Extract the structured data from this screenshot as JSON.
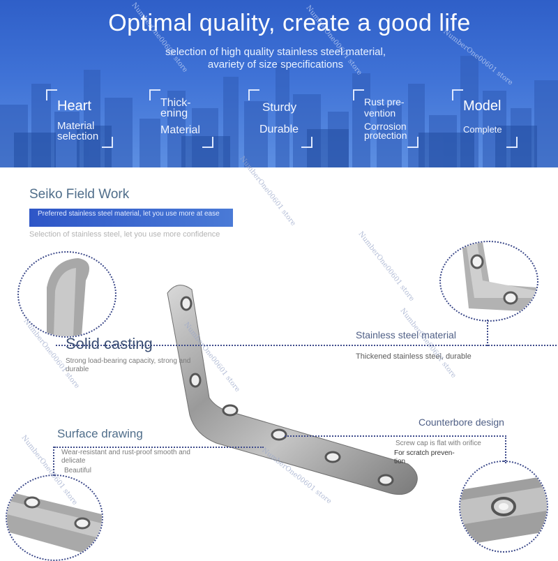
{
  "banner": {
    "title": "Optimal quality, create a good life",
    "subtitle_line1": "selection of high quality stainless steel material,",
    "subtitle_line2": "avariety of size specifications",
    "cards": [
      {
        "line1": "Heart",
        "line2": "Material",
        "line3": "selection"
      },
      {
        "line1": "Thick-",
        "line2": "ening",
        "line3": "Material"
      },
      {
        "line1": "Sturdy",
        "line2": "Durable"
      },
      {
        "line1": "Rust pre-",
        "line2": "vention",
        "line3": "Corrosion",
        "line4": "protection"
      },
      {
        "line1": "Model",
        "line2": "Complete"
      }
    ]
  },
  "section": {
    "title": "Seiko Field Work",
    "blue_bar_text": "Preferred stainless steel material, let you use more at ease",
    "grey_text": "Selection of stainless steel, let you use more confidence"
  },
  "features": {
    "solid_casting": {
      "title": "Solid casting",
      "desc": "Strong load-bearing capacity, strong and durable"
    },
    "stainless": {
      "title": "Stainless steel material",
      "desc": "Thickened stainless steel, durable"
    },
    "surface": {
      "title": "Surface drawing",
      "desc": "Wear-resistant and rust-proof smooth and delicate",
      "extra": "Beautiful"
    },
    "counterbore": {
      "title": "Counterbore design",
      "desc": "Screw cap is flat with orifice",
      "extra_line1": "For scratch preven-",
      "extra_line2": "tion"
    }
  },
  "watermark": "NumberOne00601 store"
}
